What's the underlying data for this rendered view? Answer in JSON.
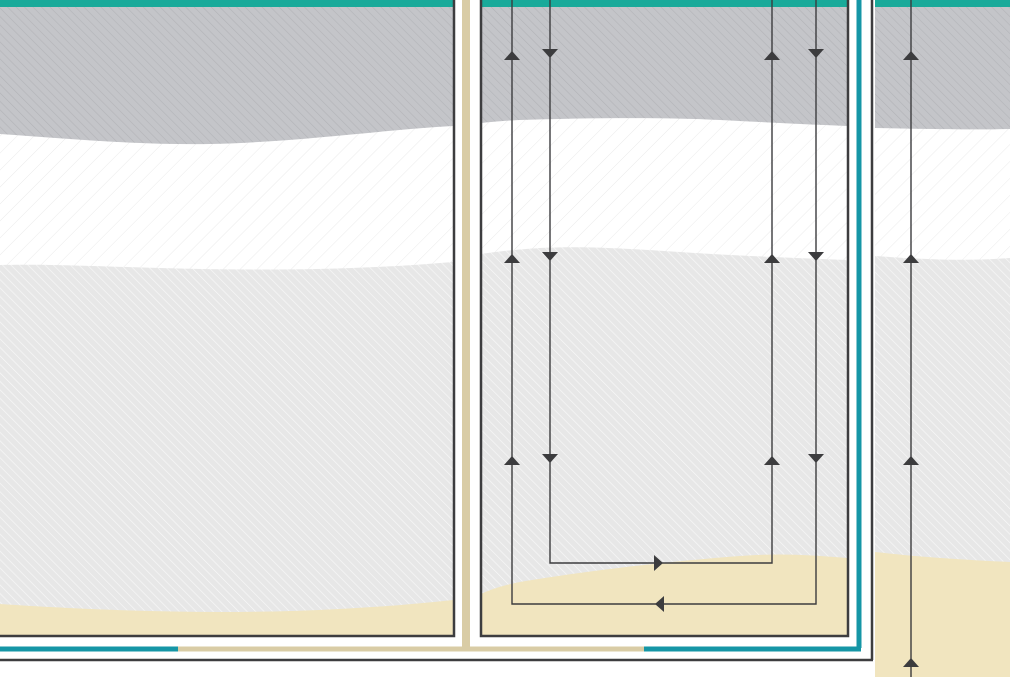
{
  "diagram": {
    "kind": "geothermal-well-cross-section",
    "strata": [
      {
        "name": "upper-rock",
        "color": "#c4c5c9",
        "hatch": "#b5b6ba"
      },
      {
        "name": "white-layer",
        "color": "#ffffff",
        "hatch": "#ececec"
      },
      {
        "name": "light-rock",
        "color": "#e8e8e8",
        "hatch": "#f7f7f7"
      },
      {
        "name": "sand-layer",
        "color": "#f1e5bf"
      }
    ],
    "colors": {
      "teal": "#19aa9a",
      "teal_blue": "#1596a6",
      "beige_frame": "#d9cca5",
      "frame_dark": "#3d3d3f",
      "flow_line": "#3c3c3e"
    },
    "flow": {
      "columns": [
        "down-left-outer",
        "down-left-inner",
        "up-right-inner",
        "down-right-outer",
        "far-right"
      ],
      "arrows": [
        {
          "column": "a",
          "direction": "up"
        },
        {
          "column": "b",
          "direction": "down"
        },
        {
          "column": "c",
          "direction": "up"
        },
        {
          "column": "d",
          "direction": "down"
        },
        {
          "column": "e",
          "direction": "up"
        }
      ]
    }
  }
}
